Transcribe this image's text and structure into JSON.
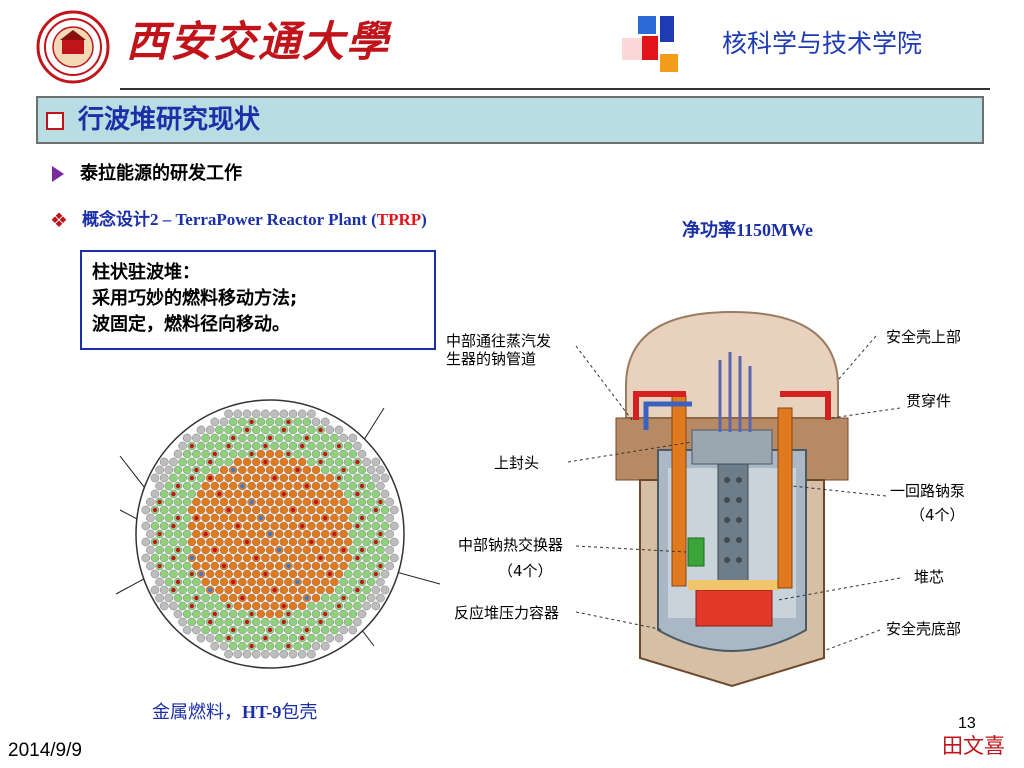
{
  "header": {
    "university_name": "西安交通大學",
    "school_name": "核科学与技术学院"
  },
  "title": "行波堆研究现状",
  "bullets": {
    "level1": "泰拉能源的研发工作",
    "level2_prefix": "概念设计2 – TerraPower Reactor Plant (",
    "level2_highlight": "TPRP",
    "level2_suffix": ")"
  },
  "net_power": "净功率1150MWe",
  "note_box": {
    "lines": [
      "柱状驻波堆：",
      "采用巧妙的燃料移动方法;",
      "波固定，燃料径向移动。"
    ]
  },
  "fuel_caption": {
    "prefix": "金属燃料，",
    "bold": "HT-9",
    "suffix": "包壳"
  },
  "callouts": {
    "left": [
      "中部通往蒸汽发",
      "生器的钠管道",
      "上封头",
      "中部钠热交换器",
      "（4个）",
      "反应堆压力容器"
    ],
    "right": [
      "安全壳上部",
      "贯穿件",
      "一回路钠泵",
      "（4个）",
      "堆芯",
      "安全壳底部"
    ]
  },
  "footer": {
    "page_number": "13",
    "author": "田文喜",
    "date": "2014/9/9"
  },
  "colors": {
    "accent_red": "#c0141a",
    "title_blue": "#1b2fa8",
    "title_bar_bg": "#b8dde3"
  }
}
